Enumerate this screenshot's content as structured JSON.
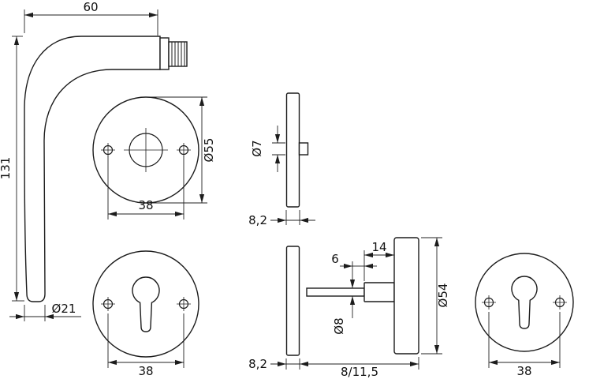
{
  "drawing": {
    "front": {
      "width": "60",
      "height": "131",
      "rose_dia": "Ø55",
      "screw_spacing": "38",
      "grip_dia": "Ø21"
    },
    "rose_side": {
      "pin_dia": "Ø7",
      "thickness": "8,2"
    },
    "esc_left": {
      "screw_spacing": "38"
    },
    "cyl_side": {
      "thickness": "8,2",
      "step": "6",
      "collar": "14",
      "rod_dia": "Ø8",
      "plate_dia": "Ø54",
      "depth": "8/11,5"
    },
    "esc_right": {
      "screw_spacing": "38"
    }
  }
}
